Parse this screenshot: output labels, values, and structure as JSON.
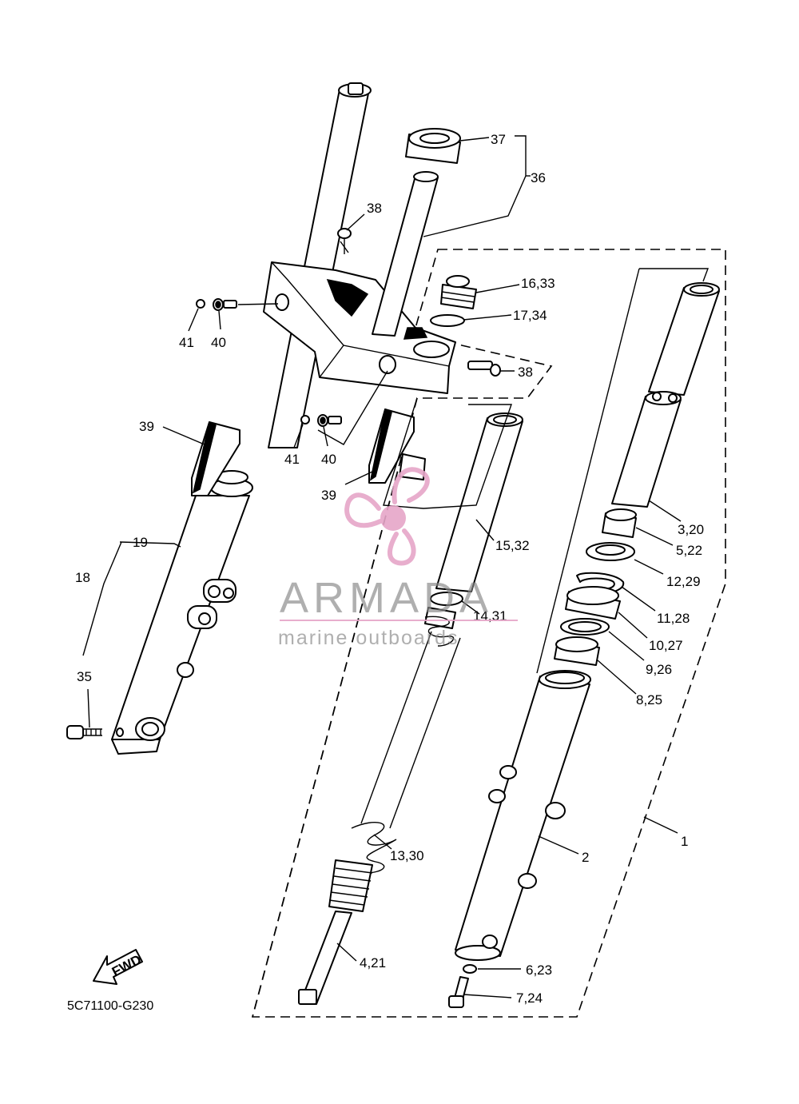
{
  "diagram_code": "5C71100-G230",
  "fwd_label": "FWD",
  "watermark": {
    "brand": "ARMADA",
    "tagline": "marine outboards",
    "logo_color": "#e6a6c8",
    "text_color": "#8a8a8a"
  },
  "callouts": {
    "c1": "1",
    "c2": "2",
    "c3_20": "3,20",
    "c4_21": "4,21",
    "c5_22": "5,22",
    "c6_23": "6,23",
    "c7_24": "7,24",
    "c8_25": "8,25",
    "c9_26": "9,26",
    "c10_27": "10,27",
    "c11_28": "11,28",
    "c12_29": "12,29",
    "c13_30": "13,30",
    "c14_31": "14,31",
    "c15_32": "15,32",
    "c16_33": "16,33",
    "c17_34": "17,34",
    "c18": "18",
    "c19": "19",
    "c35": "35",
    "c36": "36",
    "c37": "37",
    "c38a": "38",
    "c38b": "38",
    "c39a": "39",
    "c39b": "39",
    "c40a": "40",
    "c40b": "40",
    "c41a": "41",
    "c41b": "41"
  }
}
